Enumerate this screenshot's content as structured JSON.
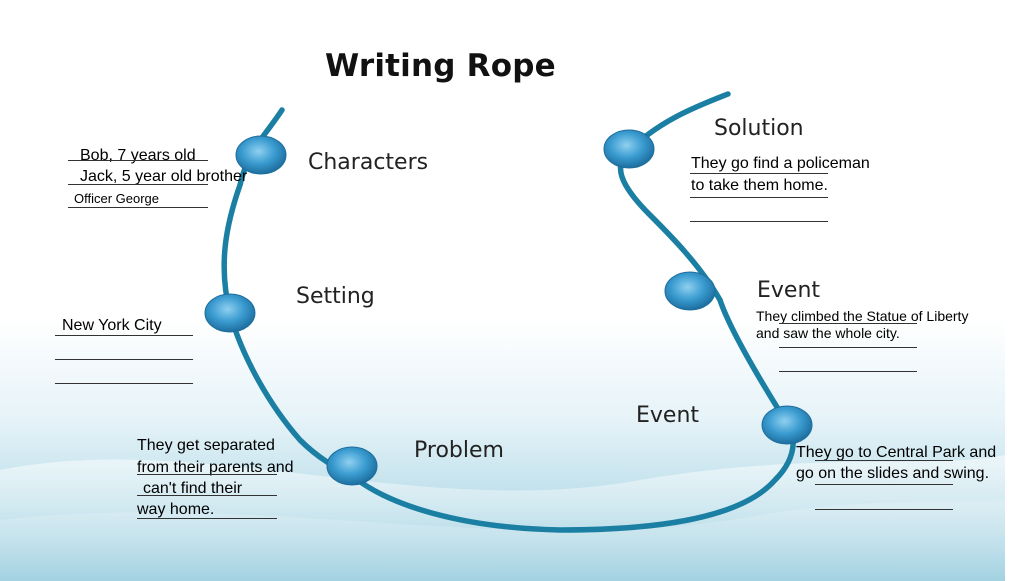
{
  "title": "Writing Rope",
  "labels": {
    "characters": "Characters",
    "setting": "Setting",
    "problem": "Problem",
    "event1": "Event",
    "event2": "Event",
    "solution": "Solution"
  },
  "characters_notes": [
    "Bob, 7 years old",
    "Jack, 5 year old brother",
    "Officer George"
  ],
  "setting_notes": [
    "New York City"
  ],
  "problem_notes": [
    "They get separated",
    "from their parents and",
    "can't find their",
    "way home."
  ],
  "event1_notes": [
    "They go to Central Park and",
    "go on the slides and swing."
  ],
  "event2_notes": [
    "They climbed the Statue of Liberty",
    "and saw the whole city."
  ],
  "solution_notes": [
    "They go find a policeman",
    "to take them home."
  ],
  "colors": {
    "rope": "#1a7fa3",
    "node": "#3a9bd0",
    "node_edge": "#1d6e9e"
  }
}
